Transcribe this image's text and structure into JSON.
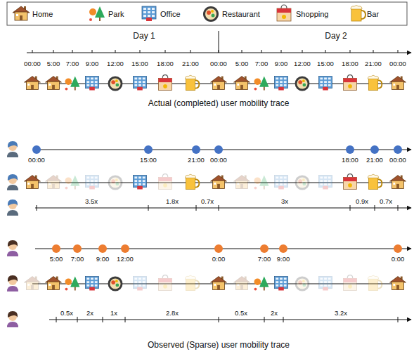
{
  "diagram": {
    "labels": [
      "Day 1",
      "Day 2",
      "00:00",
      "5:00",
      "7:00",
      "9:00",
      "12:00",
      "15:00",
      "18:00",
      "21:00",
      "00:00",
      "5:00",
      "7:00",
      "9:00",
      "12:00",
      "15:00",
      "18:00",
      "21:00",
      "00:00",
      "Actual (completed) user mobility trace",
      "00:00",
      "15:00",
      "21:00",
      "00:00",
      "18:00",
      "21:00",
      "00:00",
      "3.5x",
      "1.8x",
      "0.7x",
      "3x",
      "0.9x",
      "0.7x",
      "5:00",
      "7:00",
      "9:00",
      "12:00",
      "0:00",
      "7:00",
      "9:00",
      "0:00",
      "0.5x",
      "2x",
      "1x",
      "2.8x",
      "0.5x",
      "2x",
      "3.2x",
      "Observed (Sparse) user mobility trace"
    ],
    "legend": [
      {
        "text": "Home"
      },
      {
        "text": "Park"
      },
      {
        "text": "Office"
      },
      {
        "text": "Restaurant"
      },
      {
        "text": "Shopping"
      },
      {
        "text": "Bar"
      }
    ]
  }
}
